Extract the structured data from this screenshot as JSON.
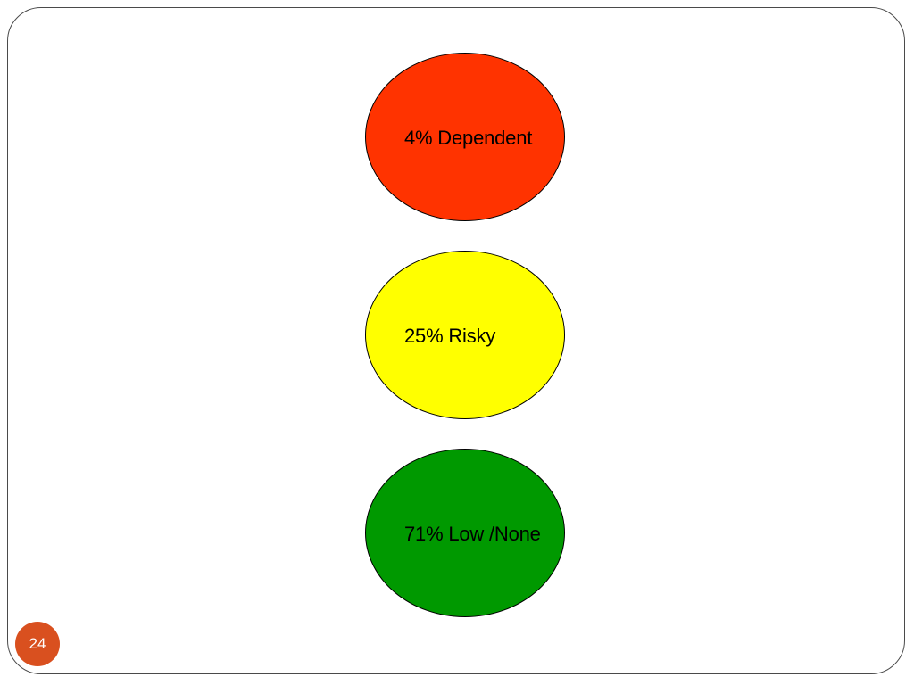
{
  "slide": {
    "page_number": "24",
    "page_badge_color": "#D9501F"
  },
  "traffic_light": [
    {
      "label": "4% Dependent",
      "color": "#FF3300"
    },
    {
      "label": "25% Risky",
      "color": "#FFFF00"
    },
    {
      "label": "71% Low /None",
      "color": "#009900"
    }
  ]
}
